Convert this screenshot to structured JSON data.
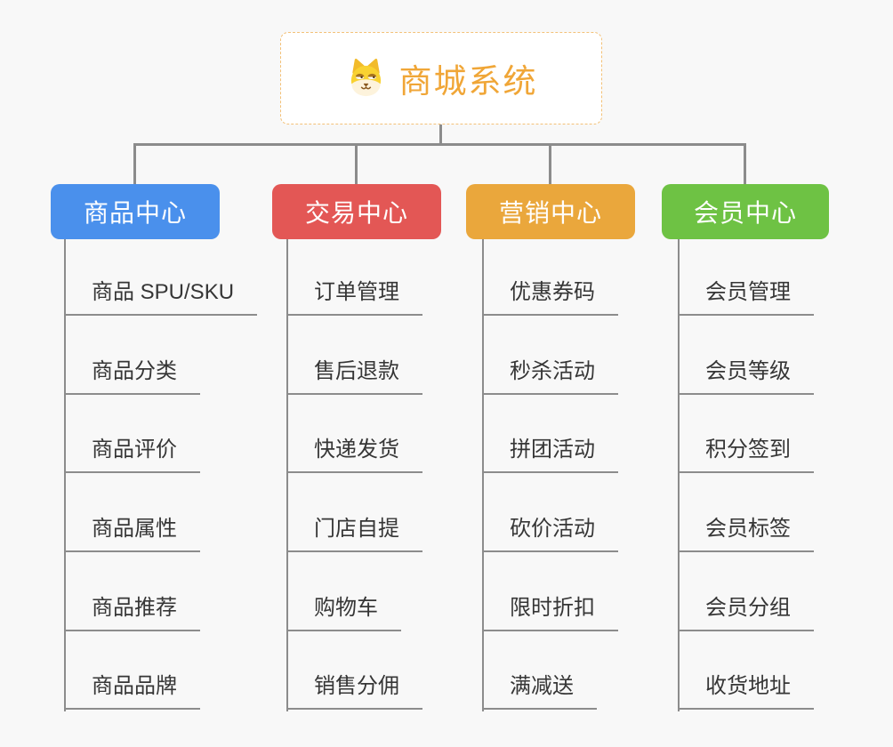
{
  "canvas": {
    "background_color": "#f8f8f8",
    "connector_color": "#8c8c8c",
    "child_text_color": "#363636"
  },
  "root": {
    "label": "商城系统",
    "icon": "dog-face-icon",
    "text_color": "#f0a637",
    "border_color": "#f3c178"
  },
  "branches": [
    {
      "label": "商品中心",
      "color": "#4a90ec",
      "children": [
        "商品 SPU/SKU",
        "商品分类",
        "商品评价",
        "商品属性",
        "商品推荐",
        "商品品牌"
      ]
    },
    {
      "label": "交易中心",
      "color": "#e35755",
      "children": [
        "订单管理",
        "售后退款",
        "快递发货",
        "门店自提",
        "购物车",
        "销售分佣"
      ]
    },
    {
      "label": "营销中心",
      "color": "#eaa73c",
      "children": [
        "优惠券码",
        "秒杀活动",
        "拼团活动",
        "砍价活动",
        "限时折扣",
        "满减送"
      ]
    },
    {
      "label": "会员中心",
      "color": "#6ec244",
      "children": [
        "会员管理",
        "会员等级",
        "积分签到",
        "会员标签",
        "会员分组",
        "收货地址"
      ]
    }
  ]
}
